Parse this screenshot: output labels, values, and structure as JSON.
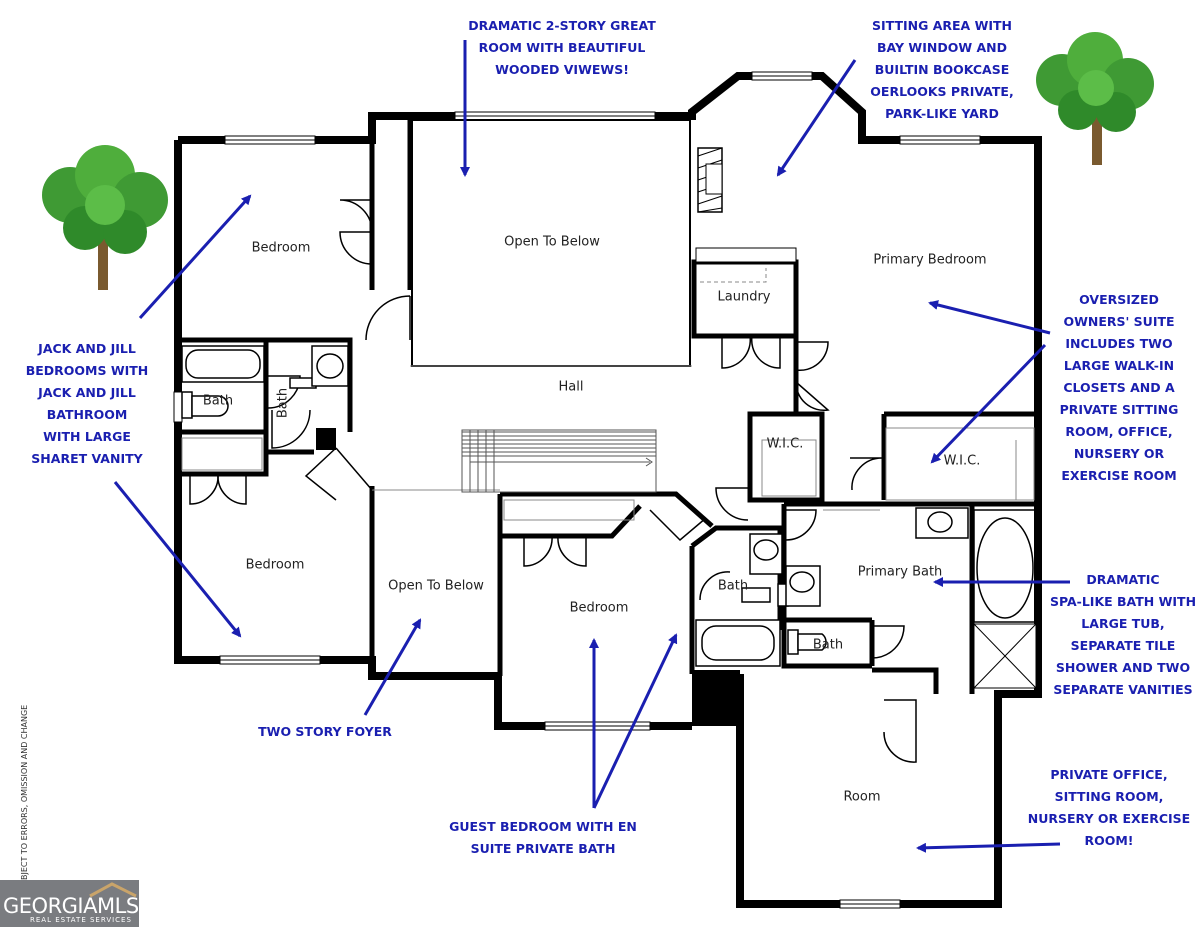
{
  "rooms": {
    "bedroom_nw": "Bedroom",
    "open_to_below_top": "Open To Below",
    "laundry": "Laundry",
    "primary_bedroom": "Primary Bedroom",
    "bath_left": "Bath",
    "bath_left_vertical": "Bath",
    "hall": "Hall",
    "wic_small": "W.I.C.",
    "wic_large": "W.I.C.",
    "bedroom_sw": "Bedroom",
    "open_to_below_foyer": "Open To Below",
    "bedroom_guest": "Bedroom",
    "bath_guest": "Bath",
    "primary_bath": "Primary Bath",
    "bath_small": "Bath",
    "room_se": "Room"
  },
  "annotations": {
    "great_room": [
      "DRAMATIC 2-STORY GREAT",
      "ROOM WITH BEAUTIFUL",
      "WOODED VIWEWS!"
    ],
    "sitting_area": [
      "SITTING AREA WITH",
      "BAY WINDOW AND",
      "BUILTIN BOOKCASE",
      "OERLOOKS PRIVATE,",
      "PARK-LIKE YARD"
    ],
    "jack_and_jill": [
      "JACK AND JILL",
      "BEDROOMS WITH",
      "JACK AND JILL",
      "BATHROOM",
      "WITH LARGE",
      "SHARET VANITY"
    ],
    "owners_suite": [
      "OVERSIZED",
      "OWNERS' SUITE",
      "INCLUDES TWO",
      "LARGE WALK-IN",
      "CLOSETS AND A",
      "PRIVATE SITTING",
      "ROOM, OFFICE,",
      "NURSERY OR",
      "EXERCISE ROOM"
    ],
    "spa_bath": [
      "DRAMATIC",
      "SPA-LIKE BATH WITH",
      "LARGE TUB,",
      "SEPARATE TILE",
      "SHOWER AND TWO",
      "SEPARATE VANITIES"
    ],
    "foyer": [
      "TWO STORY FOYER"
    ],
    "guest_bedroom": [
      "GUEST BEDROOM WITH EN",
      "SUITE PRIVATE BATH"
    ],
    "office": [
      "PRIVATE OFFICE,",
      "SITTING ROOM,",
      "NURSERY OR EXERCISE",
      "ROOM!"
    ]
  },
  "disclaimer": "BJECT TO ERRORS, OMISSION AND CHANGE",
  "logo": {
    "main": "GEORGIAMLS",
    "sub": "REAL ESTATE SERVICES"
  },
  "colors": {
    "wall": "#000000",
    "annotation": "#1a1fb0",
    "arrow": "#1a1fb0",
    "tree_leaf": "#3f9a34",
    "tree_trunk": "#7a5a2f",
    "logo_bg": "#7a7c80"
  },
  "icons": [
    "tree-icon",
    "arrow-icon",
    "door-swing-icon",
    "window-icon",
    "bathtub-icon",
    "toilet-icon",
    "sink-icon",
    "shower-icon",
    "stairs-icon",
    "fireplace-icon"
  ]
}
